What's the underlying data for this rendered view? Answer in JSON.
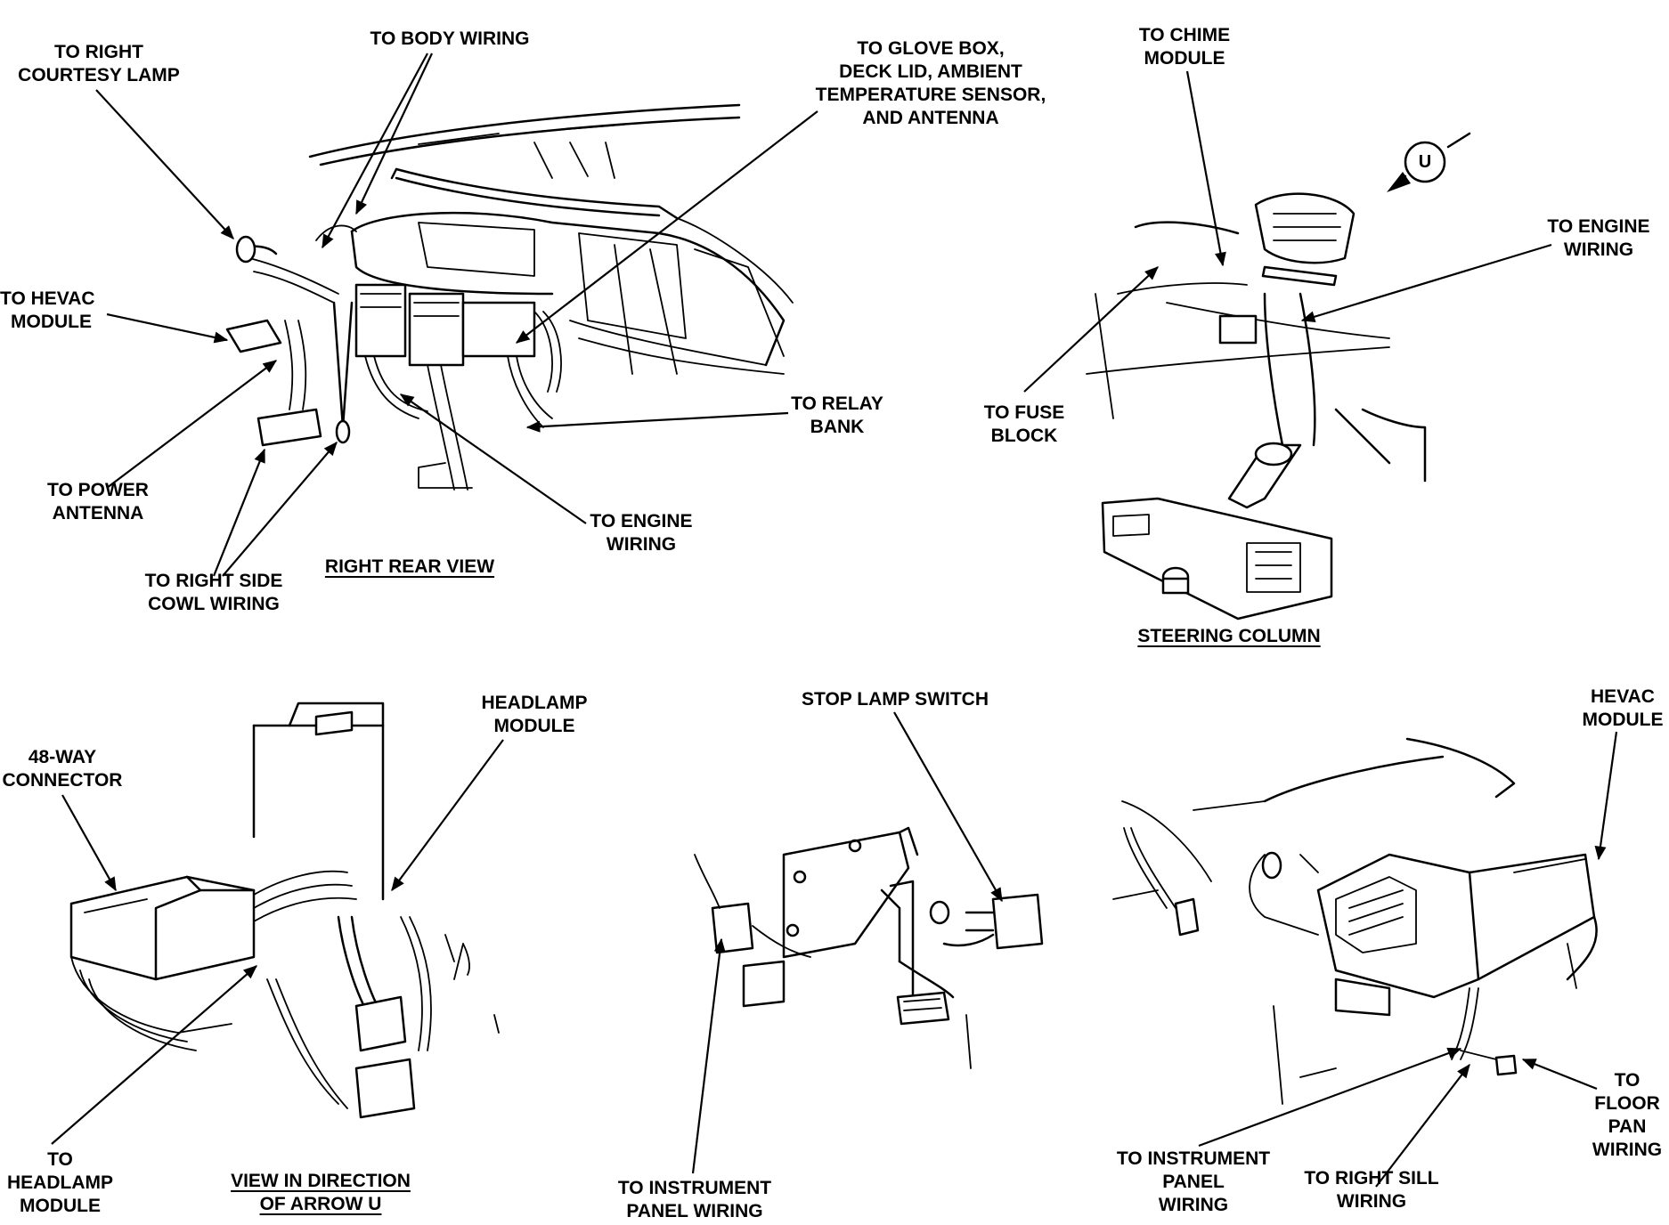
{
  "diagram": {
    "right_rear_view": {
      "title": "RIGHT REAR VIEW",
      "labels": {
        "right_courtesy_lamp": [
          "TO RIGHT",
          "COURTESY LAMP"
        ],
        "body_wiring": [
          "TO BODY WIRING"
        ],
        "glove_box": [
          "TO GLOVE BOX,",
          "DECK LID, AMBIENT",
          "TEMPERATURE SENSOR,",
          "AND ANTENNA"
        ],
        "hevac_module": [
          "TO HEVAC",
          "MODULE"
        ],
        "relay_bank": [
          "TO RELAY",
          "BANK"
        ],
        "power_antenna": [
          "TO POWER",
          "ANTENNA"
        ],
        "engine_wiring": [
          "TO ENGINE",
          "WIRING"
        ],
        "right_side_cowl": [
          "TO RIGHT SIDE",
          "COWL WIRING"
        ]
      }
    },
    "steering_column": {
      "title": "STEERING COLUMN",
      "labels": {
        "chime_module": [
          "TO CHIME",
          "MODULE"
        ],
        "engine_wiring": [
          "TO ENGINE",
          "WIRING"
        ],
        "fuse_block": [
          "TO FUSE",
          "BLOCK"
        ]
      },
      "arrow_letter": "U"
    },
    "arrow_u_view": {
      "title": [
        "VIEW IN DIRECTION",
        "OF ARROW U"
      ],
      "labels": {
        "headlamp_module_top": [
          "HEADLAMP",
          "MODULE"
        ],
        "connector_48": [
          "48-WAY",
          "CONNECTOR"
        ],
        "to_headlamp_module": [
          "TO",
          "HEADLAMP",
          "MODULE"
        ]
      }
    },
    "stop_lamp_view": {
      "labels": {
        "stop_lamp_switch": [
          "STOP LAMP SWITCH"
        ],
        "instrument_panel_wiring": [
          "TO INSTRUMENT",
          "PANEL WIRING"
        ]
      }
    },
    "hevac_view": {
      "labels": {
        "hevac_module": [
          "HEVAC",
          "MODULE"
        ],
        "instrument_panel_wiring": [
          "TO INSTRUMENT",
          "PANEL",
          "WIRING"
        ],
        "right_sill_wiring": [
          "TO RIGHT SILL",
          "WIRING"
        ],
        "floor_pan_wiring": [
          "TO",
          "FLOOR",
          "PAN",
          "WIRING"
        ]
      }
    }
  }
}
